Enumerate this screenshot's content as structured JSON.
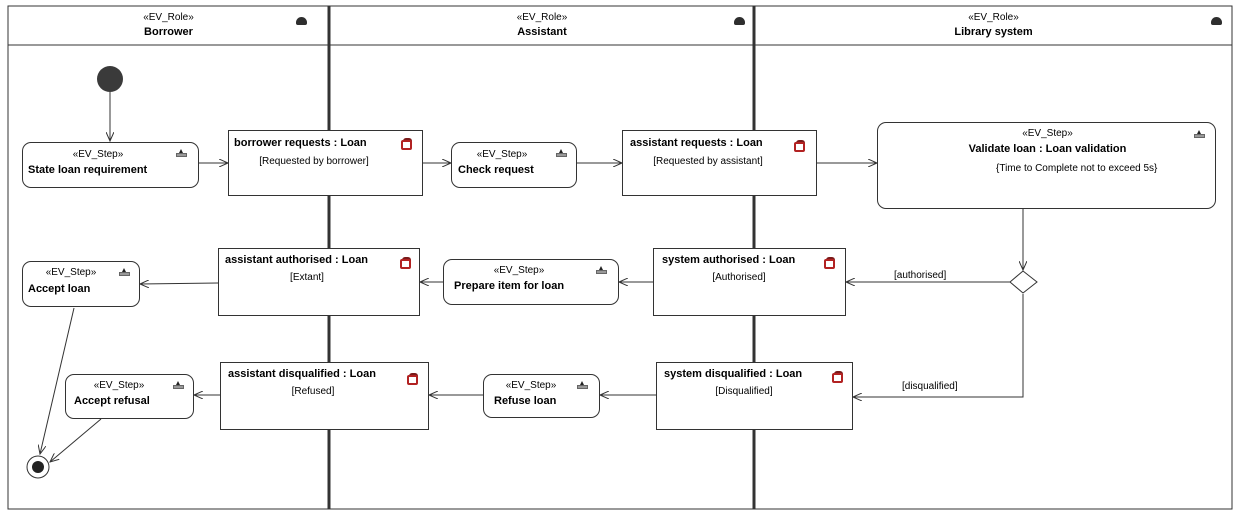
{
  "lanes": [
    {
      "stereotype": "«EV_Role»",
      "name": "Borrower"
    },
    {
      "stereotype": "«EV_Role»",
      "name": "Assistant"
    },
    {
      "stereotype": "«EV_Role»",
      "name": "Library system"
    }
  ],
  "actions": {
    "state_loan": {
      "stereotype": "«EV_Step»",
      "name": "State loan requirement"
    },
    "check_request": {
      "stereotype": "«EV_Step»",
      "name": "Check request"
    },
    "validate_loan": {
      "stereotype": "«EV_Step»",
      "name": "Validate loan : Loan validation",
      "constraint": "{Time to Complete not to exceed 5s}"
    },
    "accept_loan": {
      "stereotype": "«EV_Step»",
      "name": "Accept loan"
    },
    "prepare_item": {
      "stereotype": "«EV_Step»",
      "name": "Prepare item for loan"
    },
    "accept_refusal": {
      "stereotype": "«EV_Step»",
      "name": "Accept refusal"
    },
    "refuse_loan": {
      "stereotype": "«EV_Step»",
      "name": "Refuse loan"
    }
  },
  "objects": {
    "borrower_requests": {
      "name": "borrower requests : Loan",
      "state": "[Requested by borrower]"
    },
    "assistant_requests": {
      "name": "assistant requests : Loan",
      "state": "[Requested by assistant]"
    },
    "assistant_authorised": {
      "name": "assistant authorised : Loan",
      "state": "[Extant]"
    },
    "system_authorised": {
      "name": "system authorised : Loan",
      "state": "[Authorised]"
    },
    "assistant_disqualified": {
      "name": "assistant disqualified : Loan",
      "state": "[Refused]"
    },
    "system_disqualified": {
      "name": "system disqualified : Loan",
      "state": "[Disqualified]"
    }
  },
  "guards": {
    "authorised": "[authorised]",
    "disqualified": "[disqualified]"
  },
  "icons": {
    "lane": "actor-role-icon",
    "step": "event-step-icon",
    "object": "object-node-icon",
    "rake": "rake-icon"
  },
  "colors": {
    "line": "#333333",
    "initial_node": "#3a3a3a",
    "object_icon": "#b22222"
  }
}
